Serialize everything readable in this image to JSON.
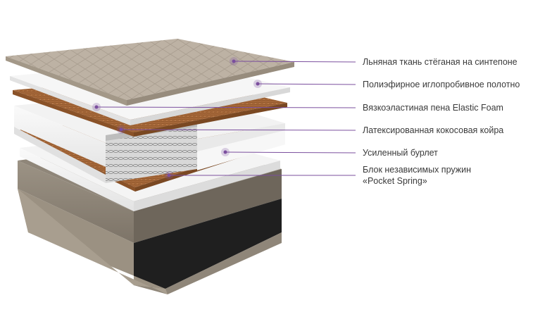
{
  "colors": {
    "accent": "#7b4f9e",
    "fabric": "#bdb2a4",
    "coir": "#a6683a",
    "base": "#8f8679",
    "foam": "#f4f4f4"
  },
  "callouts": [
    {
      "id": "fabric",
      "text": "Льняная ткань стёганая на синтепоне"
    },
    {
      "id": "felt",
      "text": "Полиэфирное иглопробивное полотно"
    },
    {
      "id": "foam",
      "text": "Вязкоэластиная пена Elastic Foam"
    },
    {
      "id": "coir",
      "text": "Латексированная кокосовая койра"
    },
    {
      "id": "border",
      "text": "Усиленный бурлет"
    },
    {
      "id": "springs",
      "text": "Блок независимых пружин",
      "text2": "«Pocket Spring»"
    }
  ]
}
